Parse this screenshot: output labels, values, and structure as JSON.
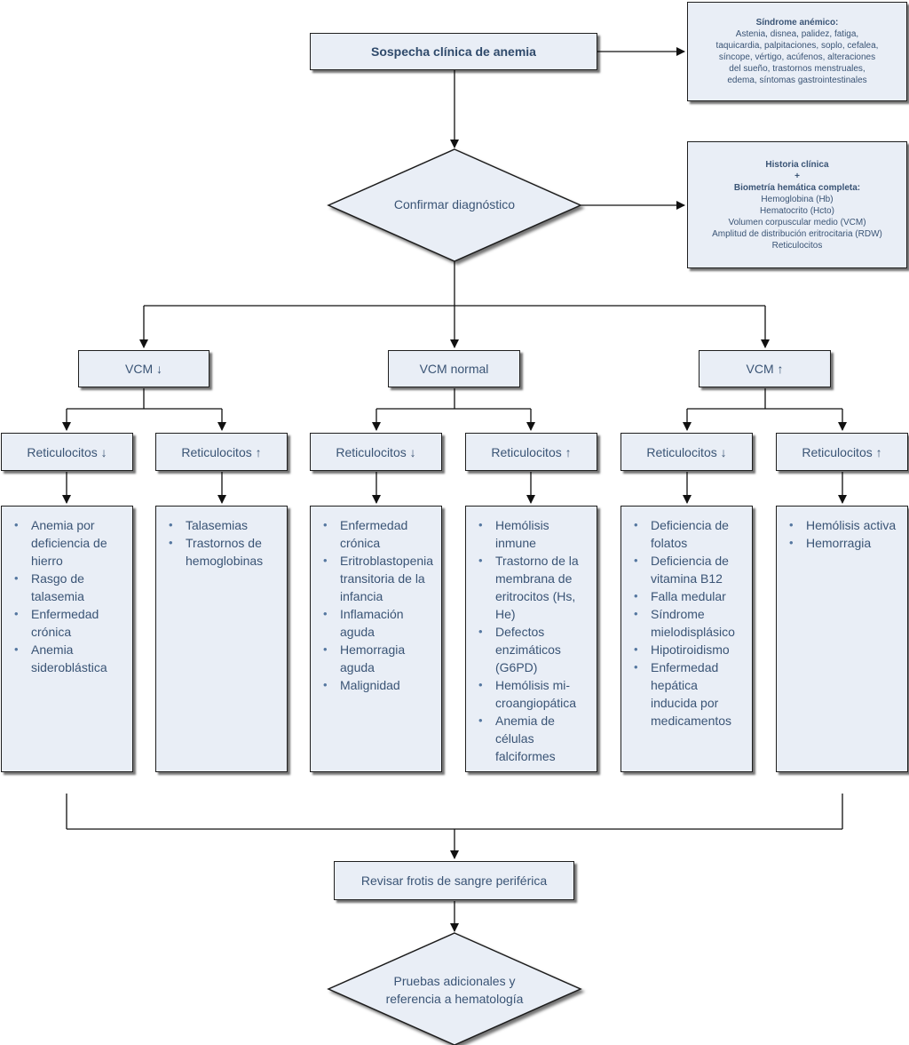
{
  "start": {
    "label": "Sospecha clínica de anemia"
  },
  "sindrome": {
    "title": "Síndrome anémico:",
    "lines": [
      "Astenia, disnea, palidez, fatiga,",
      "taquicardia, palpitaciones, soplo, cefalea,",
      "síncope, vértigo, acúfenos, alteraciones",
      "del sueño, trastornos menstruales,",
      "edema, síntomas gastrointestinales"
    ]
  },
  "confirm": {
    "label": "Confirmar diagnóstico"
  },
  "historia": {
    "title": "Historia clínica",
    "plus": "+",
    "subtitle": "Biometría hemática completa:",
    "lines": [
      "Hemoglobina (Hb)",
      "Hematocrito (Hcto)",
      "Volumen corpuscular medio (VCM)",
      "Amplitud de distribución eritrocitaria (RDW)",
      "Reticulocitos"
    ]
  },
  "vcm": {
    "low": "VCM ↓",
    "normal": "VCM normal",
    "high": "VCM ↑"
  },
  "reticulocitos": [
    "Reticulocitos ↓",
    "Reticulocitos ↑",
    "Reticulocitos ↓",
    "Reticulocitos ↑",
    "Reticulocitos ↓",
    "Reticulocitos ↑"
  ],
  "lists": [
    [
      "Anemia por deficiencia de hierro",
      "Rasgo de talasemia",
      "Enfermedad crónica",
      "Anemia sideroblástica"
    ],
    [
      "Talasemias",
      "Trastornos de hemoglobinas"
    ],
    [
      "Enfermedad crónica",
      "Eritroblastopenia transitoria de la infancia",
      "Inflamación aguda",
      "Hemorragia aguda",
      "Malignidad"
    ],
    [
      "Hemólisis inmune",
      "Trastorno de la membrana de eritrocitos (Hs, He)",
      "Defectos enzimáticos (G6PD)",
      "Hemólisis mi-croangiopática",
      "Anemia de células falciformes"
    ],
    [
      "Deficiencia de folatos",
      "Deficiencia de vitamina B12",
      "Falla medular",
      "Síndrome mielodisplásico",
      "Hipotiroidismo",
      "Enfermedad hepática inducida por medicamentos"
    ],
    [
      "Hemólisis activa",
      "Hemorragia"
    ]
  ],
  "frotis": {
    "label": "Revisar frotis de sangre periférica"
  },
  "final": {
    "line1": "Pruebas adicionales y",
    "line2": "referencia a hematología"
  }
}
